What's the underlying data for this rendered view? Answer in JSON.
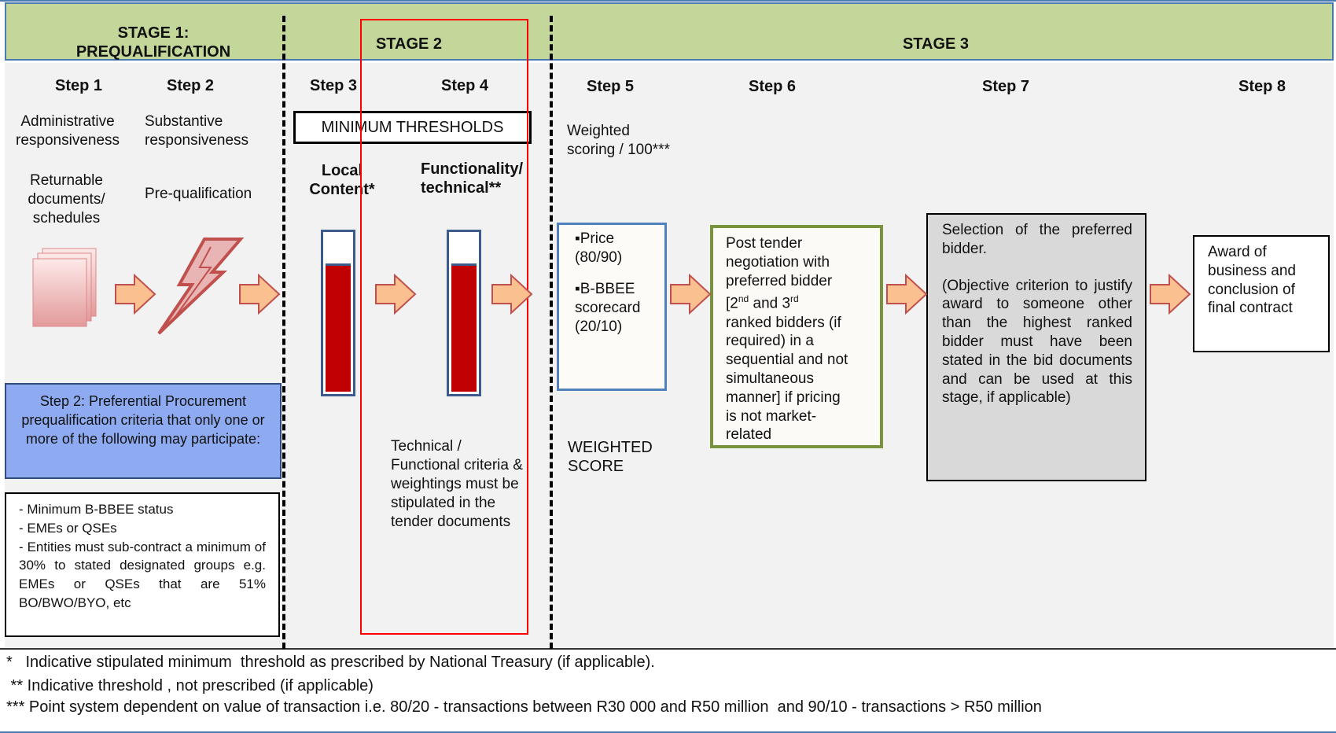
{
  "stages": {
    "stage1": [
      "STAGE 1:",
      "PREQUALIFICATION"
    ],
    "stage2": "STAGE 2",
    "stage3": "STAGE 3"
  },
  "steps": {
    "step1": "Step 1",
    "step2": "Step 2",
    "step3": "Step 3",
    "step4": "Step 4",
    "step5": "Step 5",
    "step6": "Step 6",
    "step7": "Step 7",
    "step8": "Step 8"
  },
  "step1": {
    "title": [
      "Administrative",
      "responsiveness"
    ],
    "sub": [
      "Returnable",
      "documents/",
      "schedules"
    ]
  },
  "step2": {
    "title": [
      "Substantive",
      "responsiveness"
    ],
    "sub": "Pre-qualification"
  },
  "minimum_thresholds": "MINIMUM THRESHOLDS",
  "step3_label": [
    "Local",
    "Content*"
  ],
  "step4_label": [
    "Functionality/",
    "technical**"
  ],
  "technical_note": [
    "Technical /",
    "Functional criteria &",
    "weightings must be",
    "stipulated in the",
    "tender documents"
  ],
  "step5": {
    "title": [
      "Weighted",
      "scoring / 100***"
    ],
    "box": {
      "price": [
        "▪Price",
        "(80/90)"
      ],
      "bbbee": [
        "▪B-BBEE",
        "scorecard",
        "(20/10)"
      ]
    },
    "score": [
      "WEIGHTED",
      "SCORE"
    ]
  },
  "step6_box": {
    "line1": "Post tender",
    "line2": "negotiation with",
    "line3": "preferred bidder",
    "line4_a": "[2",
    "line4_sup1": "nd",
    "line4_b": " and 3",
    "line4_sup2": "rd",
    "line5": "ranked bidders (if",
    "line6": "required) in a",
    "line7": "sequential and not",
    "line8": "simultaneous",
    "line9": "manner] if pricing",
    "line10": "is not market-",
    "line11": "related"
  },
  "step7_box": {
    "p1": "Selection of the preferred bidder.",
    "p2": "(Objective criterion to justify award to someone other than the highest ranked bidder must have been stated in the bid documents and can be used at this stage, if applicable)"
  },
  "step8_box": [
    "Award of",
    "business and",
    "conclusion of",
    "final contract"
  ],
  "preferential_box": "Step 2: Preferential Procurement prequalification criteria that only one or more of the following may participate:",
  "criteria_list": [
    "- Minimum B-BBEE status",
    "- EMEs or QSEs",
    "- Entities must sub-contract a minimum of 30% to stated designated groups e.g. EMEs or QSEs that are 51% BO/BWO/BYO, etc"
  ],
  "footnotes": [
    "*   Indicative stipulated minimum  threshold as prescribed by National Treasury (if applicable).",
    " ** Indicative threshold , not prescribed (if applicable)",
    "*** Point system dependent on value of transaction i.e. 80/20 - transactions between R30 000 and R50 million  and 90/10 - transactions > R50 million"
  ],
  "colors": {
    "header_green": "#c4d79b",
    "arrow_fill": "#fac090",
    "thermo_red": "#c00000",
    "preferential_blue": "#8eaaf0",
    "step6_border": "#77933c",
    "step7_fill": "#d9d9d9",
    "highlight_red": "#ff0000"
  }
}
